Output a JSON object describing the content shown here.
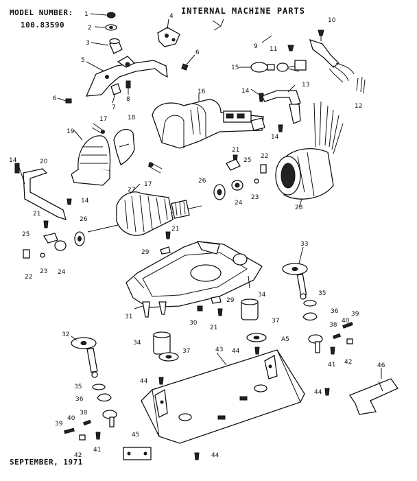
{
  "header": {
    "model_label": "MODEL NUMBER:",
    "model_number": "100.83590",
    "title": "INTERNAL MACHINE PARTS"
  },
  "footer": {
    "date": "SEPTEMBER, 1971"
  },
  "callouts": {
    "c1": "1",
    "c2": "2",
    "c3": "3",
    "c4": "4",
    "c5": "5",
    "c6": "6",
    "c7": "7",
    "c8": "8",
    "c9": "9",
    "c10": "10",
    "c11": "11",
    "c12": "12",
    "c13": "13",
    "c14": "14",
    "c15": "15",
    "c16": "16",
    "c17": "17",
    "c18": "18",
    "c19": "19",
    "c20": "20",
    "c21": "21",
    "c22": "22",
    "c23": "23",
    "c24": "24",
    "c25": "25",
    "c26": "26",
    "c27": "27",
    "c28": "28",
    "c29": "29",
    "c30": "30",
    "c31": "31",
    "c32": "32",
    "c33": "33",
    "c34": "34",
    "c35": "35",
    "c36": "36",
    "c37": "37",
    "c38": "38",
    "c39": "39",
    "c40": "40",
    "c41": "41",
    "c42": "42",
    "c43": "43",
    "c44": "44",
    "c45": "45",
    "c46": "46",
    "a5": "A5"
  }
}
